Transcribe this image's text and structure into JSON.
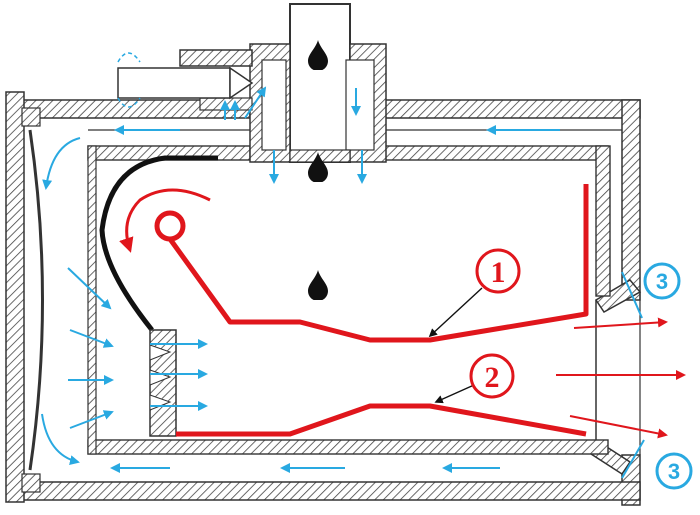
{
  "colors": {
    "wall_hatch": "#555555",
    "wall_fill": "#ffffff",
    "red_sheet": "#e0161c",
    "air_arrow": "#29a9e1",
    "jet_arrow": "#e0161c",
    "fuel_drop": "#111111",
    "black_guide": "#111111"
  },
  "icons": {
    "fuel_drop": "drop-icon",
    "swirl": "swirl-arrow-icon"
  },
  "callouts": {
    "label_1": "1",
    "label_2": "2",
    "label_3_top": "3",
    "label_3_bottom": "3"
  }
}
